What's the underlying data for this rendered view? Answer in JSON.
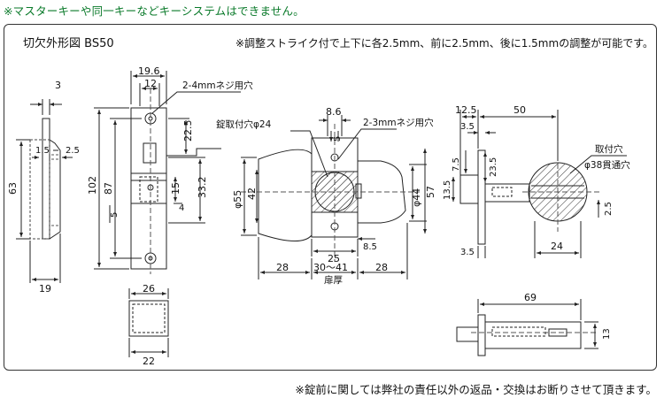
{
  "notes": {
    "top": "※マスターキーや同一キーなどキーシステムはできません。",
    "bottom": "※錠前に関しては弊社の責任以外の返品・交換はお断りさせて頂きます。",
    "adjust": "※調整ストライク付で上下に各2.5mm、前に2.5mm、後に1.5mmの調整が可能です。"
  },
  "title": "切欠外形図 BS50",
  "colors": {
    "top_note": "#0a7a2a",
    "line": "#222222"
  },
  "dims": {
    "d3": "3",
    "d1_5": "1.5",
    "d2_5s": "2.5",
    "d63": "63",
    "d19": "19",
    "d19_6": "19.6",
    "d12": "12",
    "screw4": "2-4mmネジ用穴",
    "d22_5": "22.5",
    "d102": "102",
    "d87": "87",
    "d15": "15",
    "d33_2": "33.2",
    "d4": "4",
    "d5a": "5",
    "d26": "26",
    "d22": "22",
    "d8_6": "8.6",
    "d5b": "5",
    "screw3": "2-3mmネジ用穴",
    "lockhole": "錠取付穴φ24",
    "d55": "φ55",
    "d42": "42",
    "d44": "φ44",
    "d57": "57",
    "d8_5": "8.5",
    "d25": "25",
    "d28a": "28",
    "d28b": "28",
    "d30_41": "30～41",
    "door": "扉厚",
    "d12_5": "12.5",
    "d50": "50",
    "d3_5a": "3.5",
    "mounthole": "取付穴",
    "through38": "φ38貫通穴",
    "d7_5": "7.5",
    "d23_5": "23.5",
    "d13_5": "13.5",
    "d2_5b": "2.5",
    "d3_5b": "3.5",
    "d24": "24",
    "d69": "69",
    "d13": "13"
  }
}
